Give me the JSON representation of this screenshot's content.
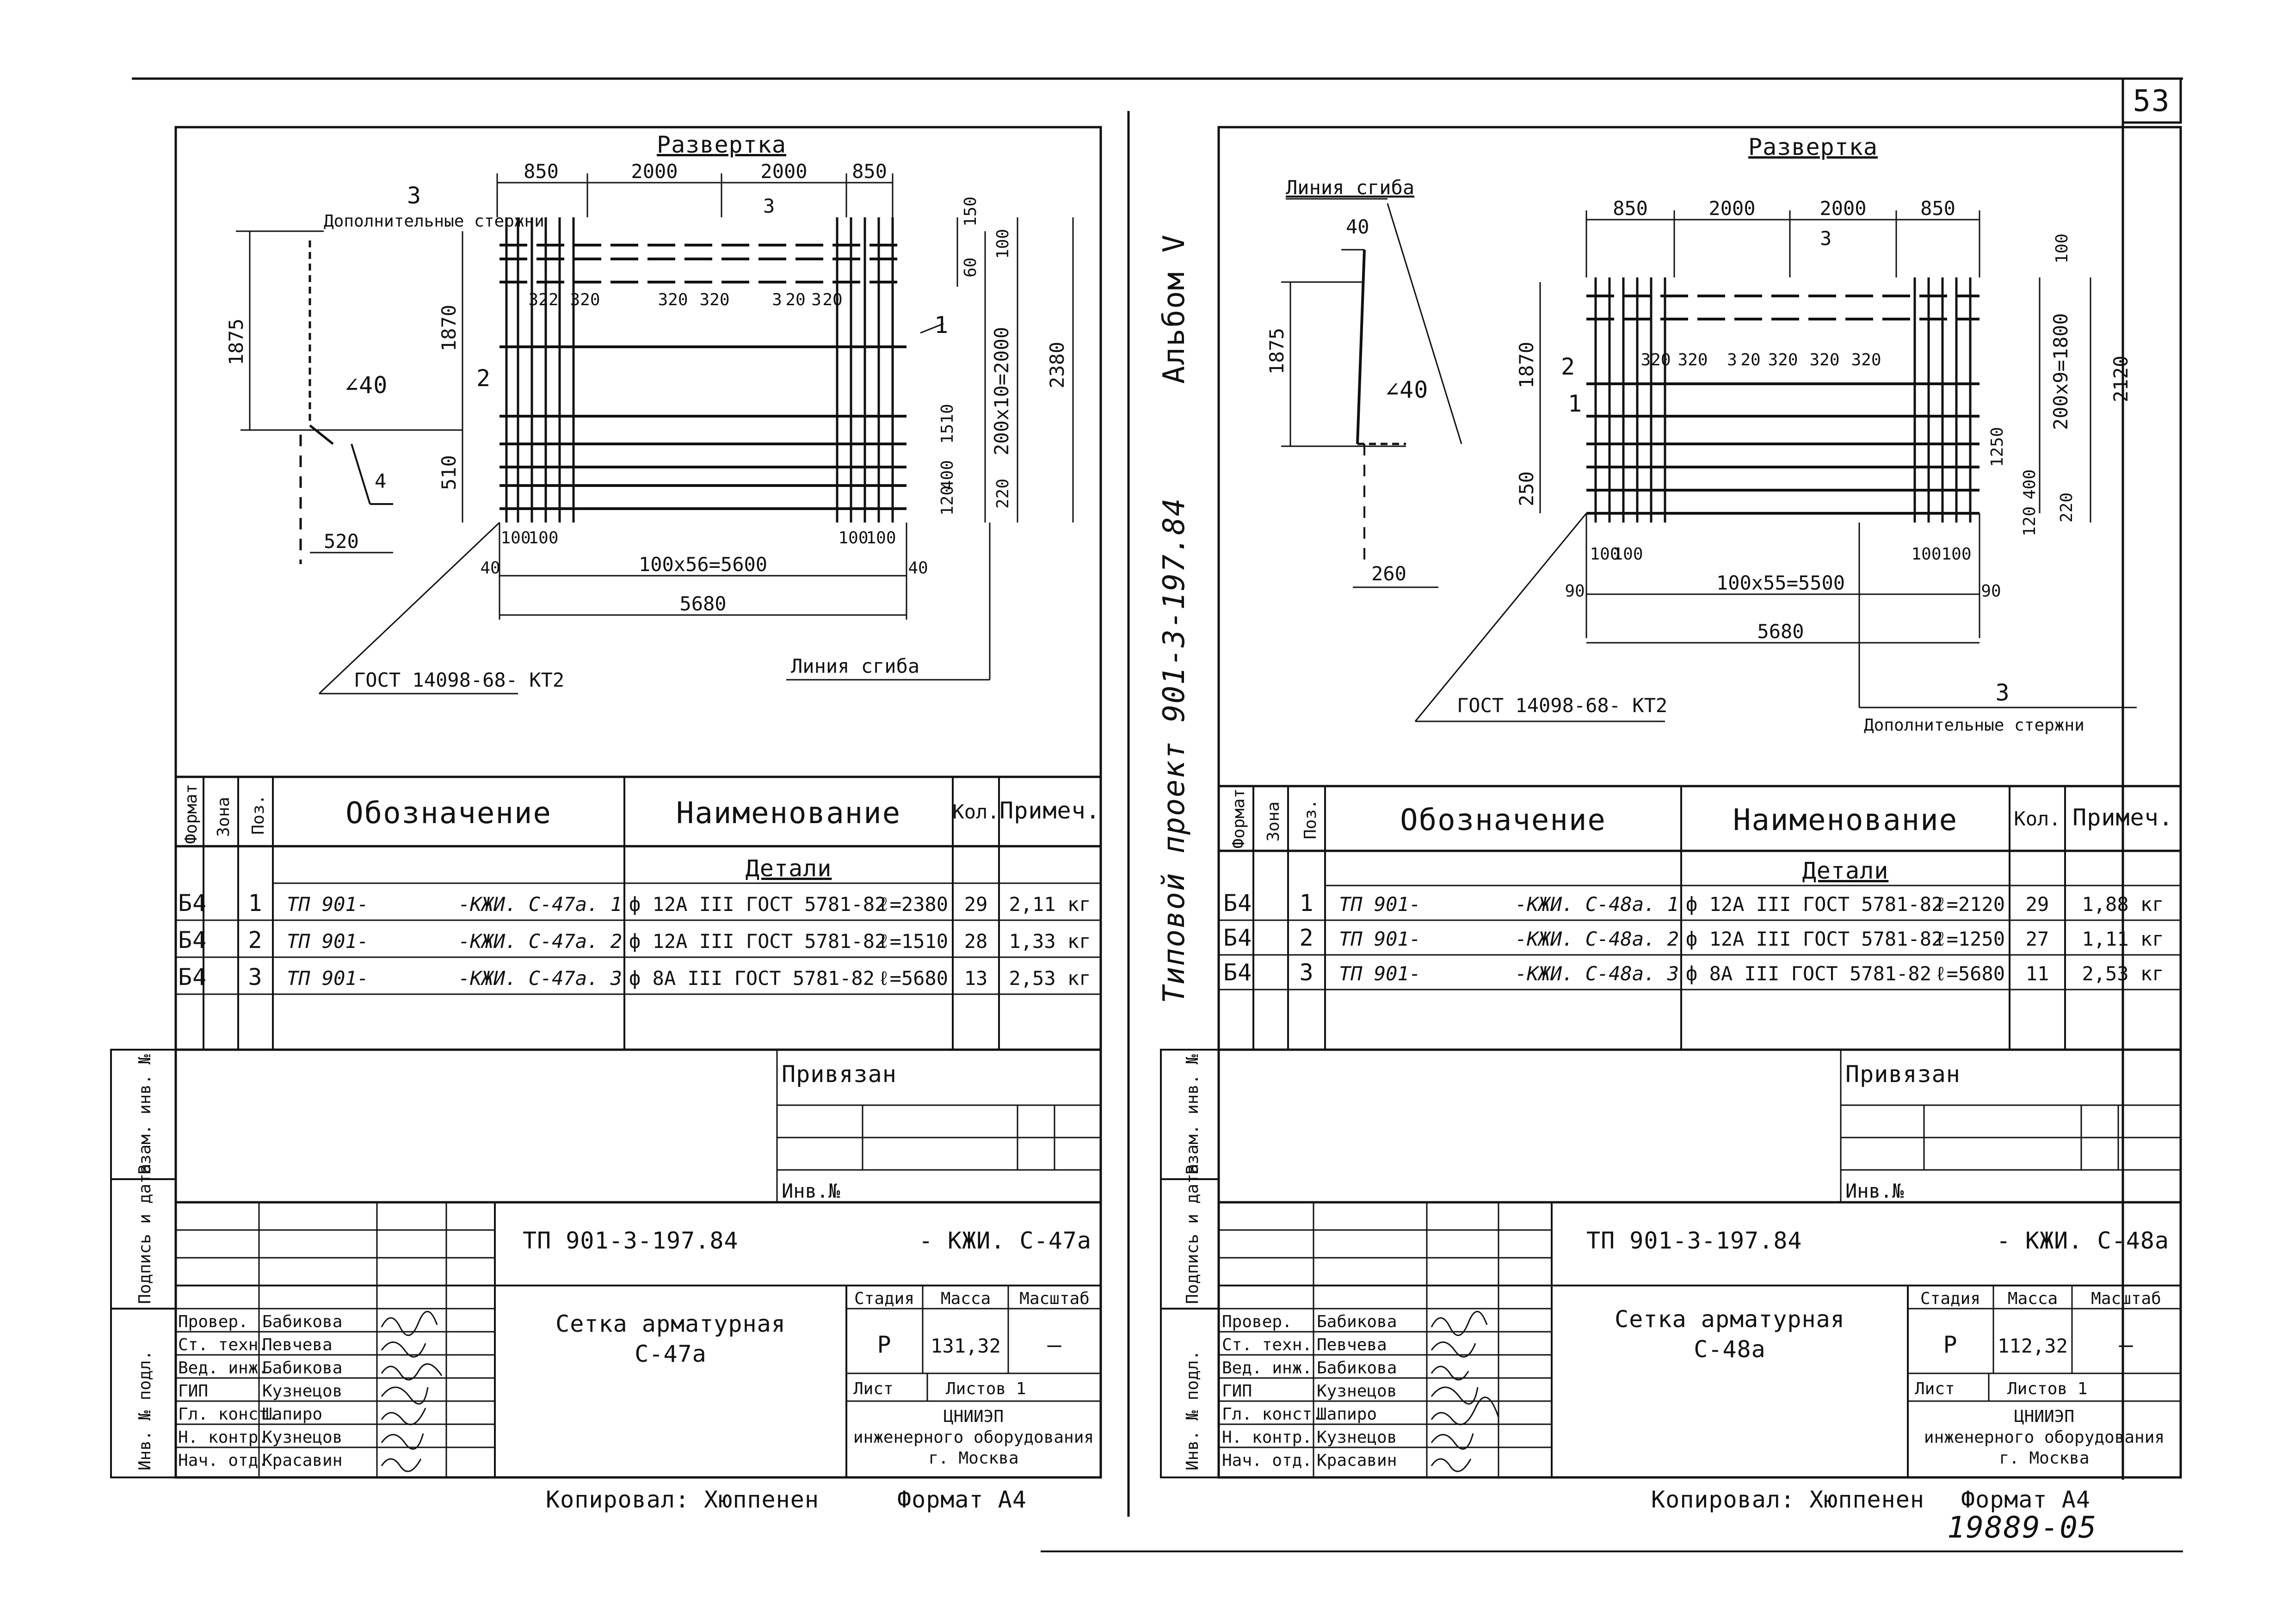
{
  "page": {
    "number": "53",
    "album_label": "Альбом V",
    "project_label": "Типовой проект 901-3-197.84",
    "archive_number": "19889-05"
  },
  "sheets": [
    {
      "id": "left",
      "drawing": {
        "title": "Развертка",
        "extra_rods_number": "3",
        "extra_rods_label": "Дополнительные стержни",
        "bend_line_label": "Линия сгиба",
        "gost_label": "ГОСТ 14098-68- КТ2",
        "dims_top": [
          "850",
          "2000",
          "2000",
          "850"
        ],
        "dims_row": [
          "322",
          "320",
          "320",
          "320",
          "3",
          "20",
          "3",
          "20"
        ],
        "section_mark": "3",
        "dim_left_height": "1875",
        "dim_1870": "1870",
        "dim_510": "510",
        "dim_520": "520",
        "angle": "∠40",
        "pos_1": "1",
        "pos_2": "2",
        "pos_4": "4",
        "dim_right_150": "150",
        "dim_right_60": "60",
        "dim_right_100": "100",
        "dim_200x10": "200х10=2000",
        "dim_2380": "2380",
        "dim_1510": "1510",
        "dim_400": "400",
        "dim_120": "120",
        "dim_220": "220",
        "dim_100a": "100",
        "dim_100b": "100",
        "dim_100c": "100",
        "dim_100d": "100",
        "dim_40a": "40",
        "dim_40b": "40",
        "dim_chain": "100х56=5600",
        "dim_total": "5680"
      },
      "spec": {
        "headers": {
          "format": "Формат",
          "zone": "Зона",
          "pos": "Поз.",
          "designation": "Обозначение",
          "name": "Наименование",
          "qty": "Кол.",
          "note": "Примеч."
        },
        "section": "Детали",
        "rows": [
          {
            "format": "Б4",
            "pos": "1",
            "designation_left": "ТП 901-",
            "designation_right": "-КЖИ. С-47а. 1",
            "name": "ф 12А III ГОСТ 5781-82",
            "length": "ℓ=2380",
            "qty": "29",
            "note": "2,11 кг"
          },
          {
            "format": "Б4",
            "pos": "2",
            "designation_left": "ТП 901-",
            "designation_right": "-КЖИ. С-47а. 2",
            "name": "ф 12А III ГОСТ 5781-82",
            "length": "ℓ=1510",
            "qty": "28",
            "note": "1,33 кг"
          },
          {
            "format": "Б4",
            "pos": "3",
            "designation_left": "ТП 901-",
            "designation_right": "-КЖИ. С-47а. 3",
            "name": "ф 8А III ГОСТ 5781-82",
            "length": "ℓ=5680",
            "qty": "13",
            "note": "2,53 кг"
          }
        ]
      },
      "title_block": {
        "privyazan": "Привязан",
        "inv_no": "Инв.№",
        "code": "ТП 901-3-197.84",
        "code_suffix": "- КЖИ. С-47а",
        "name_line1": "Сетка арматурная",
        "name_line2": "С-47а",
        "stage_h": "Стадия",
        "mass_h": "Масса",
        "scale_h": "Масштаб",
        "stage": "Р",
        "mass": "131,32",
        "scale": "—",
        "sheet_h": "Лист",
        "sheets_h": "Листов 1",
        "org1": "ЦНИИЭП",
        "org2": "инженерного оборудования",
        "org3": "г. Москва",
        "roles": [
          {
            "role": "Провер.",
            "name": "Бабикова"
          },
          {
            "role": "Ст. техн.",
            "name": "Певчева"
          },
          {
            "role": "Вед. инж.",
            "name": "Бабикова"
          },
          {
            "role": "ГИП",
            "name": "Кузнецов"
          },
          {
            "role": "Гл. конст.",
            "name": "Шапиро"
          },
          {
            "role": "Н. контр.",
            "name": "Кузнецов"
          },
          {
            "role": "Нач. отд.",
            "name": "Красавин"
          }
        ],
        "side_inv": "Инв. № подл.",
        "side_sign": "Подпись и дата",
        "side_vzam": "Взам. инв. №"
      },
      "copied": "Копировал: Хюппенен",
      "format": "Формат А4"
    },
    {
      "id": "right",
      "drawing": {
        "title": "Развертка",
        "extra_rods_number": "3",
        "extra_rods_label": "Дополнительные стержни",
        "bend_line_label": "Линия сгиба",
        "gost_label": "ГОСТ 14098-68- КТ2",
        "dims_top": [
          "850",
          "2000",
          "2000",
          "850"
        ],
        "dims_row": [
          "320",
          "320",
          "3",
          "20",
          "320",
          "320",
          "320"
        ],
        "section_mark": "3",
        "dim_40": "40",
        "dim_left_height": "1875",
        "dim_1870": "1870",
        "dim_250": "250",
        "dim_260": "260",
        "angle": "∠40",
        "pos_1": "1",
        "pos_2": "2",
        "dim_right_100": "100",
        "dim_200x9": "200х9=1800",
        "dim_2120": "2120",
        "dim_1250": "1250",
        "dim_400": "400",
        "dim_120": "120",
        "dim_220": "220",
        "dim_100a": "100",
        "dim_100b": "100",
        "dim_100c": "100",
        "dim_100d": "100",
        "dim_90a": "90",
        "dim_90b": "90",
        "dim_chain": "100х55=5500",
        "dim_total": "5680"
      },
      "spec": {
        "headers": {
          "format": "Формат",
          "zone": "Зона",
          "pos": "Поз.",
          "designation": "Обозначение",
          "name": "Наименование",
          "qty": "Кол.",
          "note": "Примеч."
        },
        "section": "Детали",
        "rows": [
          {
            "format": "Б4",
            "pos": "1",
            "designation_left": "ТП 901-",
            "designation_right": "-КЖИ. С-48а. 1",
            "name": "ф 12А III ГОСТ 5781-82",
            "length": "ℓ=2120",
            "qty": "29",
            "note": "1,88 кг"
          },
          {
            "format": "Б4",
            "pos": "2",
            "designation_left": "ТП 901-",
            "designation_right": "-КЖИ. С-48а. 2",
            "name": "ф 12А III ГОСТ 5781-82",
            "length": "ℓ=1250",
            "qty": "27",
            "note": "1,11 кг"
          },
          {
            "format": "Б4",
            "pos": "3",
            "designation_left": "ТП 901-",
            "designation_right": "-КЖИ. С-48а. 3",
            "name": "ф 8А III ГОСТ 5781-82",
            "length": "ℓ=5680",
            "qty": "11",
            "note": "2,53 кг"
          }
        ]
      },
      "title_block": {
        "privyazan": "Привязан",
        "inv_no": "Инв.№",
        "code": "ТП 901-3-197.84",
        "code_suffix": "- КЖИ. С-48а",
        "name_line1": "Сетка арматурная",
        "name_line2": "С-48а",
        "stage_h": "Стадия",
        "mass_h": "Масса",
        "scale_h": "Масштаб",
        "stage": "Р",
        "mass": "112,32",
        "scale": "—",
        "sheet_h": "Лист",
        "sheets_h": "Листов 1",
        "org1": "ЦНИИЭП",
        "org2": "инженерного оборудования",
        "org3": "г. Москва",
        "roles": [
          {
            "role": "Провер.",
            "name": "Бабикова"
          },
          {
            "role": "Ст. техн.",
            "name": "Певчева"
          },
          {
            "role": "Вед. инж.",
            "name": "Бабикова"
          },
          {
            "role": "ГИП",
            "name": "Кузнецов"
          },
          {
            "role": "Гл. конст.",
            "name": "Шапиро"
          },
          {
            "role": "Н. контр.",
            "name": "Кузнецов"
          },
          {
            "role": "Нач. отд.",
            "name": "Красавин"
          }
        ],
        "side_inv": "Инв. № подл.",
        "side_sign": "Подпись и дата",
        "side_vzam": "Взам. инв. №"
      },
      "copied": "Копировал: Хюппенен",
      "format": "Формат А4"
    }
  ]
}
